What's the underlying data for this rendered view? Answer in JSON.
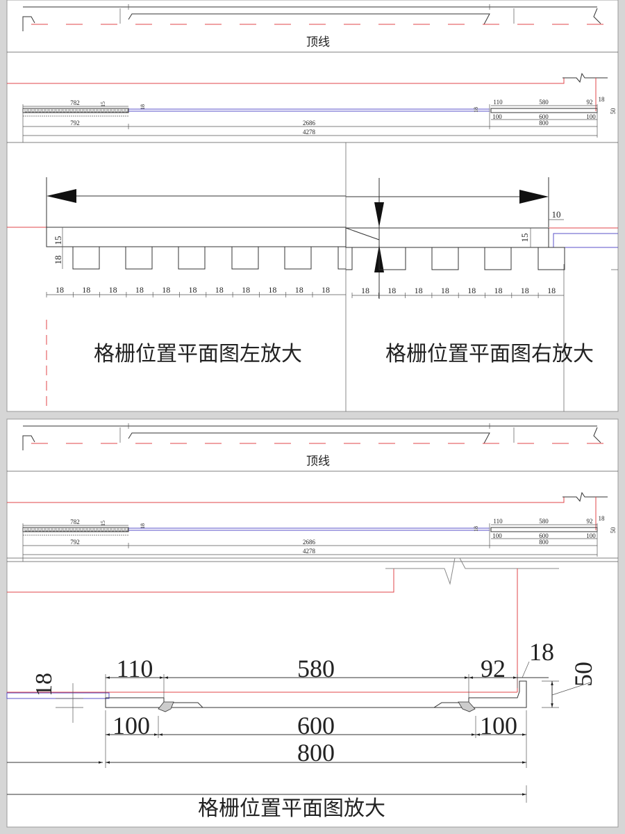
{
  "overview": {
    "top_label": "顶线",
    "dims": {
      "left_grille": "782",
      "small_15": "15",
      "gap_18": "18",
      "left_total": "792",
      "middle": "2686",
      "overall": "4278",
      "right_110": "110",
      "right_580": "580",
      "right_92": "92",
      "right_18": "18",
      "right_50": "50",
      "right_100a": "100",
      "right_600": "600",
      "right_100b": "100",
      "right_800": "800"
    }
  },
  "detail_left_right": {
    "board_thickness": "15",
    "slat_depth": "18",
    "end_gap": "10",
    "slat_spacing_label": "18",
    "left_slat_count": 11,
    "right_slat_count": 8,
    "title_left": "格栅位置平面图左放大",
    "title_right": "格栅位置平面图右放大"
  },
  "detail_end": {
    "gap_18_left": "18",
    "dim_110": "110",
    "dim_580": "580",
    "dim_92": "92",
    "dim_18": "18",
    "dim_50": "50",
    "dim_100_left": "100",
    "dim_600": "600",
    "dim_100_right": "100",
    "dim_800": "800",
    "title": "格栅位置平面图放大"
  },
  "colors": {
    "red_line": "#e0454a",
    "blue_line": "#5a52c8"
  }
}
